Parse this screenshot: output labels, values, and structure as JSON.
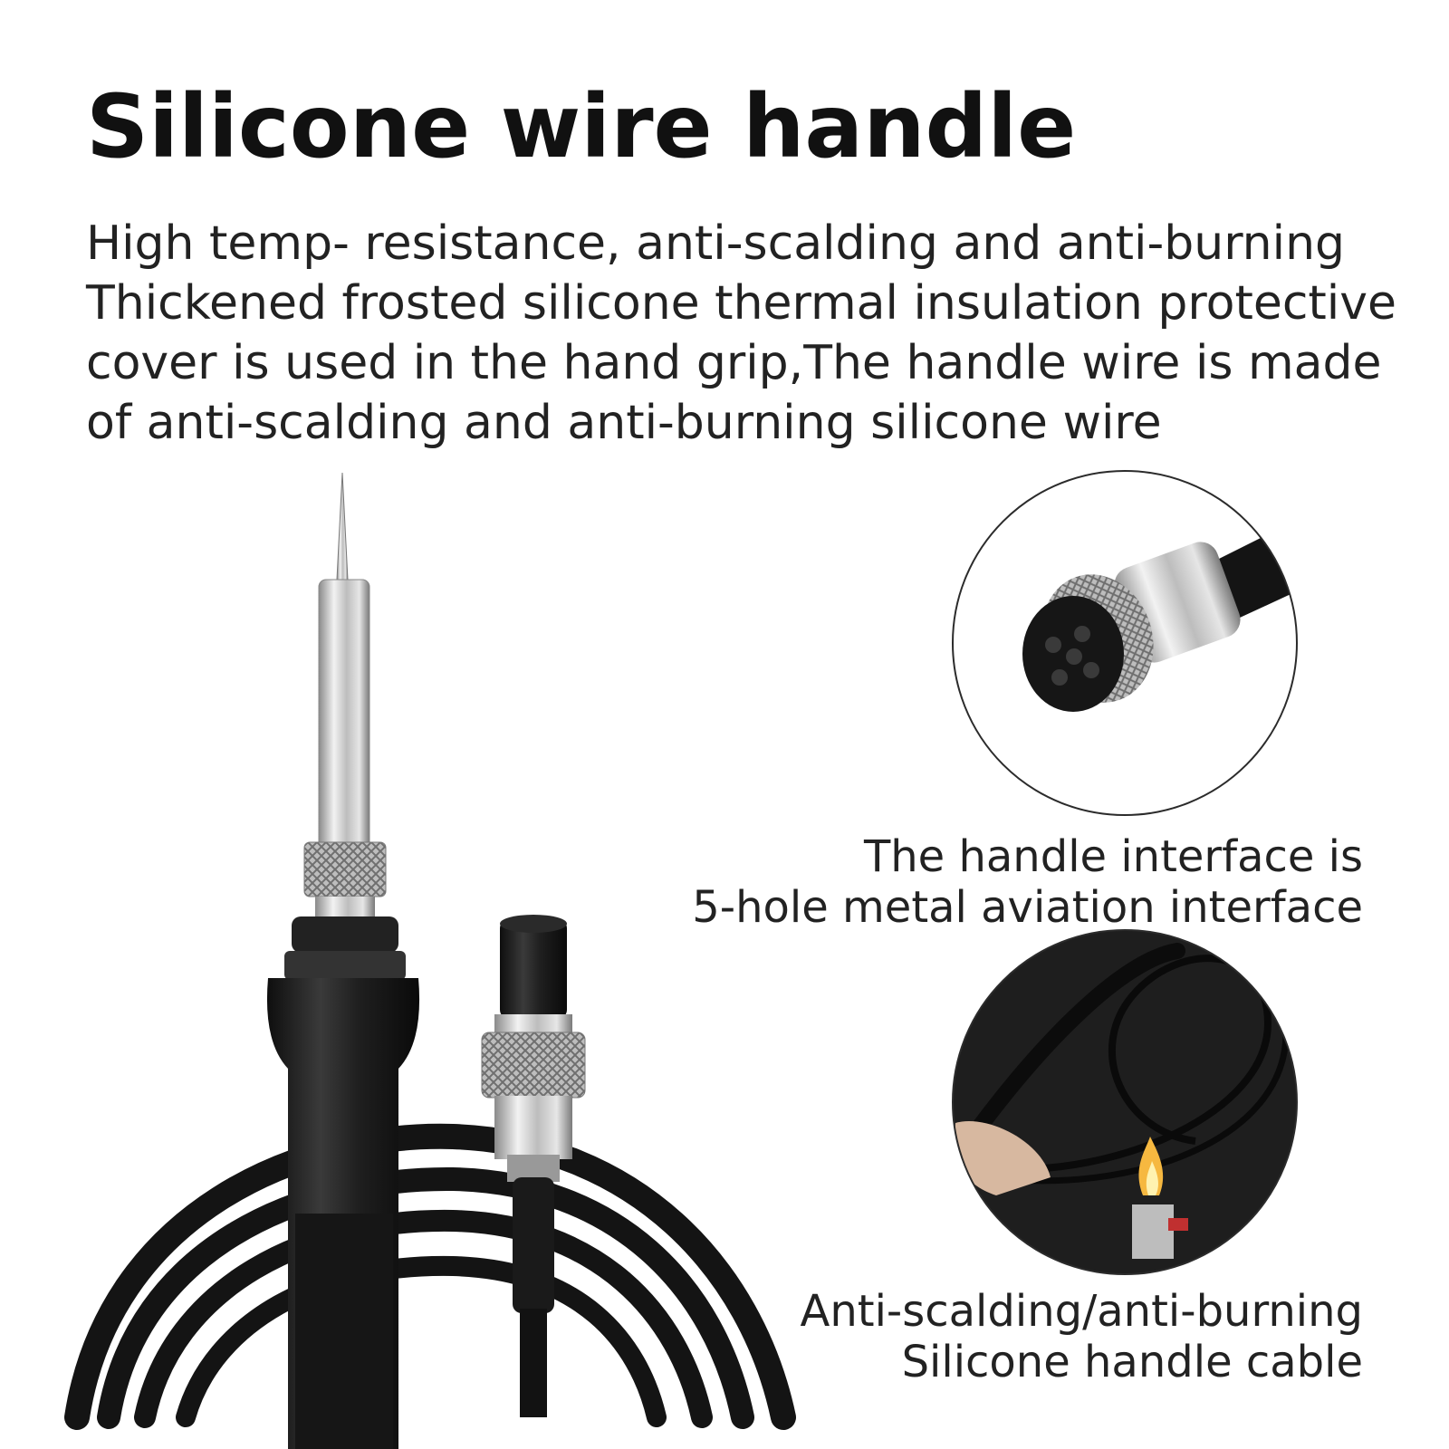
{
  "title": "Silicone wire handle",
  "description": {
    "lines": [
      "High temp- resistance, anti-scalding and anti-burning",
      "Thickened frosted silicone thermal insulation protective",
      "cover is used in the hand grip,The handle wire is made",
      "of anti-scalding and anti-burning silicone wire"
    ]
  },
  "callouts": [
    {
      "lines": [
        "The handle interface is",
        "5-hole metal aviation interface"
      ]
    },
    {
      "lines": [
        "Anti-scalding/anti-burning",
        "Silicone handle cable"
      ]
    }
  ],
  "colors": {
    "background": "#ffffff",
    "title": "#111111",
    "text": "#222222",
    "rubber": "#1c1c1c",
    "metal": "#c8c8c8"
  }
}
